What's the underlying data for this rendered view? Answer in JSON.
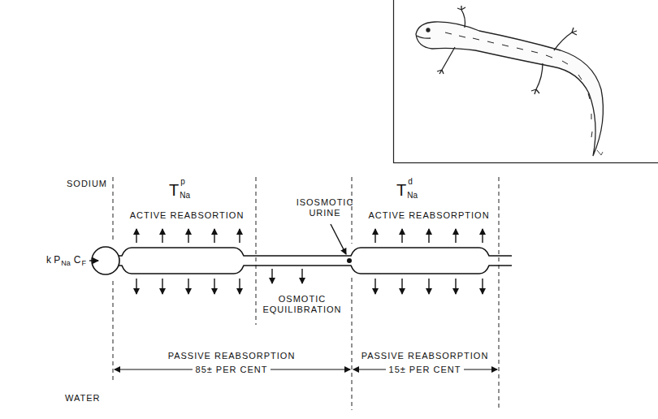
{
  "diagram": {
    "labels": [
      "SODIUM",
      "T",
      "p",
      "Na",
      "ACTIVE REABSORTION",
      "ISOSMOTIC URINE",
      "T",
      "d",
      "Na",
      "ACTIVE REABSORPTION",
      "k P",
      "Na",
      "C",
      "F",
      "OSMOTIC EQUILIBRATION",
      "PASSIVE REABSORPTION",
      "PASSIVE REABSORPTION",
      "85± PER CENT",
      "15± PER CENT",
      "WATER"
    ]
  }
}
